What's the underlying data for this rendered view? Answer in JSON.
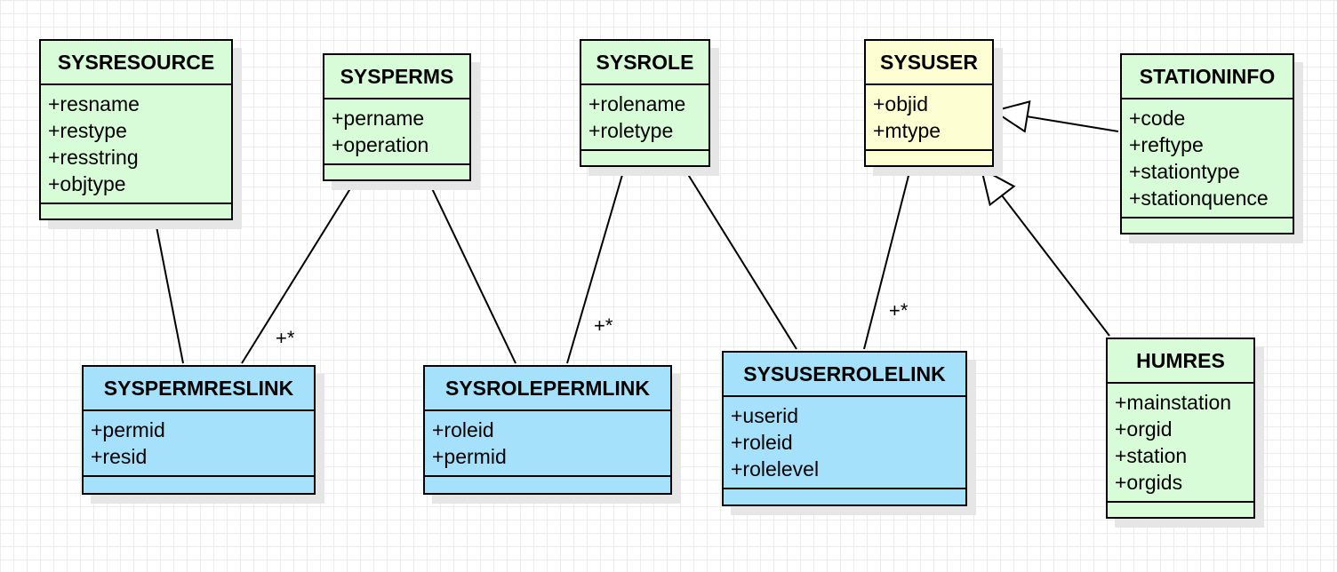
{
  "classes": [
    {
      "id": "sysresource",
      "name": "SYSRESOURCE",
      "attributes": [
        "+resname",
        "+restype",
        "+resstring",
        "+objtype"
      ],
      "color": "#d8fbd8"
    },
    {
      "id": "sysperms",
      "name": "SYSPERMS",
      "attributes": [
        "+pername",
        "+operation"
      ],
      "color": "#d8fbd8"
    },
    {
      "id": "sysrole",
      "name": "SYSROLE",
      "attributes": [
        "+rolename",
        "+roletype"
      ],
      "color": "#d8fbd8"
    },
    {
      "id": "sysuser",
      "name": "SYSUSER",
      "attributes": [
        "+objid",
        "+mtype"
      ],
      "color": "#fefed3"
    },
    {
      "id": "stationinfo",
      "name": "STATIONINFO",
      "attributes": [
        "+code",
        "+reftype",
        "+stationtype",
        "+stationquence"
      ],
      "color": "#d8fbd8"
    },
    {
      "id": "syspermreslink",
      "name": "SYSPERMRESLINK",
      "attributes": [
        "+permid",
        "+resid"
      ],
      "color": "#a6e1fc"
    },
    {
      "id": "sysrolepermlink",
      "name": "SYSROLEPERMLINK",
      "attributes": [
        "+roleid",
        "+permid"
      ],
      "color": "#a6e1fc"
    },
    {
      "id": "sysuserrolelink",
      "name": "SYSUSERROLELINK",
      "attributes": [
        "+userid",
        "+roleid",
        "+rolelevel"
      ],
      "color": "#a6e1fc"
    },
    {
      "id": "humres",
      "name": "HUMRES",
      "attributes": [
        "+mainstation",
        "+orgid",
        "+station",
        "+orgids"
      ],
      "color": "#d8fbd8"
    }
  ],
  "relationships": [
    {
      "from": "syspermreslink",
      "to": "sysresource",
      "type": "association",
      "label": ""
    },
    {
      "from": "syspermreslink",
      "to": "sysperms",
      "type": "association",
      "label": "+*"
    },
    {
      "from": "sysrolepermlink",
      "to": "sysperms",
      "type": "association",
      "label": ""
    },
    {
      "from": "sysrolepermlink",
      "to": "sysrole",
      "type": "association",
      "label": "+*"
    },
    {
      "from": "sysuserrolelink",
      "to": "sysrole",
      "type": "association",
      "label": ""
    },
    {
      "from": "sysuserrolelink",
      "to": "sysuser",
      "type": "association",
      "label": "+*"
    },
    {
      "from": "stationinfo",
      "to": "sysuser",
      "type": "generalization",
      "label": ""
    },
    {
      "from": "humres",
      "to": "sysuser",
      "type": "generalization",
      "label": ""
    }
  ]
}
